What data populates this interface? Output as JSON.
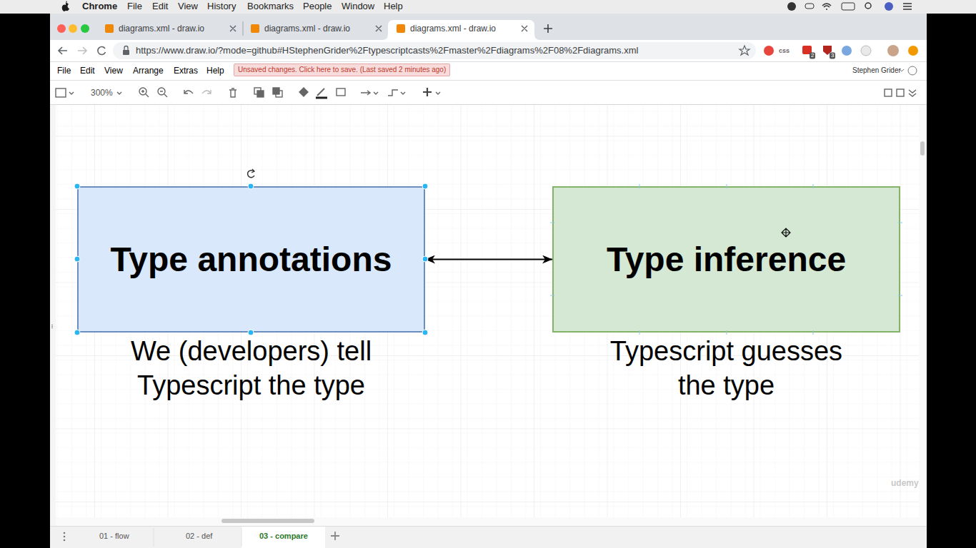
{
  "diagram": {
    "nodes": [
      {
        "text": [
          "Type annotations",
          "We (developers) tell Typescript the type"
        ]
      },
      {
        "text": [
          "Type inference",
          "Typescript guesses the type"
        ]
      }
    ],
    "edges": [
      {
        "from": 0,
        "to": 1,
        "arrow": "both"
      }
    ],
    "labels": [
      "Chrome",
      "File",
      "Edit",
      "View",
      "History",
      "Bookmarks",
      "People",
      "Window",
      "Help",
      "diagrams.xml - draw.io",
      "diagrams.xml - draw.io",
      "diagrams.xml - draw.io",
      "https://www.draw.io/?mode=github#HStephenGrider%2Ftypescriptcasts%2Fmaster%2Fdiagrams%2F08%2Fdiagrams.xml",
      "css",
      "2",
      "3",
      "File",
      "Edit",
      "View",
      "Arrange",
      "Extras",
      "Help",
      "Unsaved changes. Click here to save. (Last saved 2 minutes ago)",
      "Stephen Grider",
      "300%",
      "01 - flow",
      "02 - def",
      "03 - compare",
      "udemy"
    ]
  }
}
